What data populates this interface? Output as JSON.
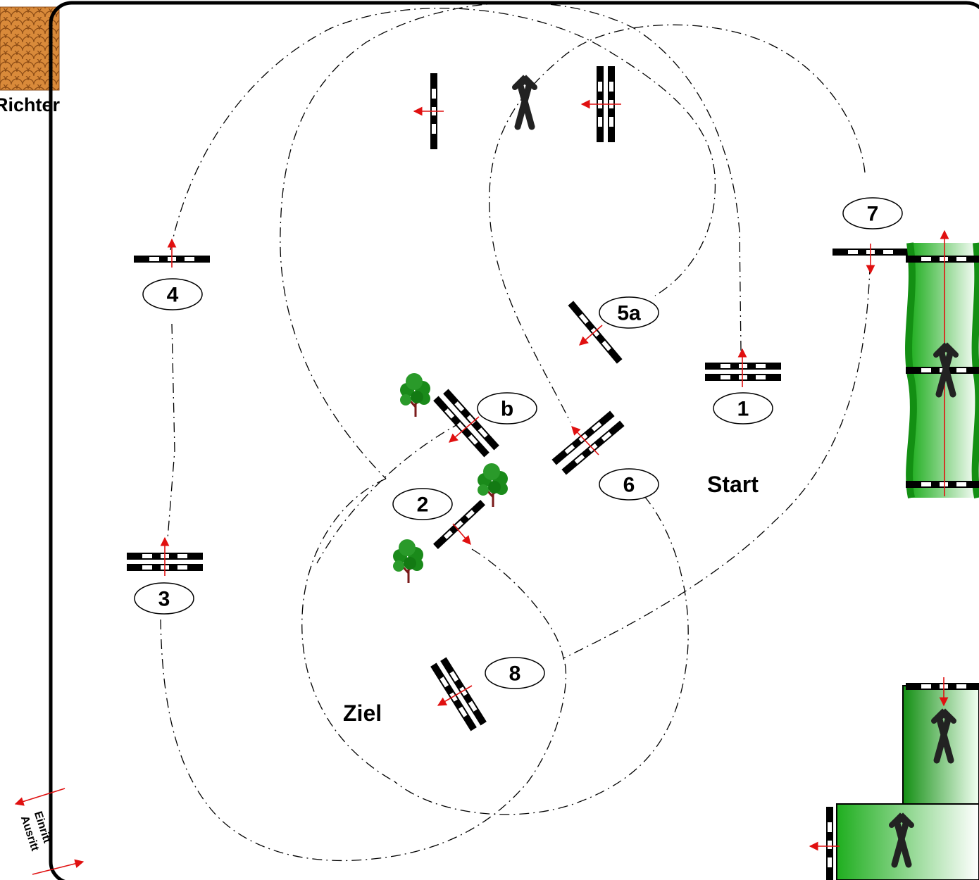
{
  "judge_label": "Richter",
  "start_label": "Start",
  "finish_label": "Ziel",
  "gate_labels": {
    "entry": "Einritt",
    "exit": "Ausritt"
  },
  "obstacles": [
    "1",
    "2",
    "3",
    "4",
    "5a",
    "b",
    "6",
    "7",
    "8"
  ],
  "colors": {
    "route": "#000000",
    "direction_arrow": "#e01010",
    "hedge": "#22b022",
    "tree_crown": "#1a8a1a",
    "tree_trunk": "#7a1a1a",
    "judge_roof": "#d98a3a"
  }
}
